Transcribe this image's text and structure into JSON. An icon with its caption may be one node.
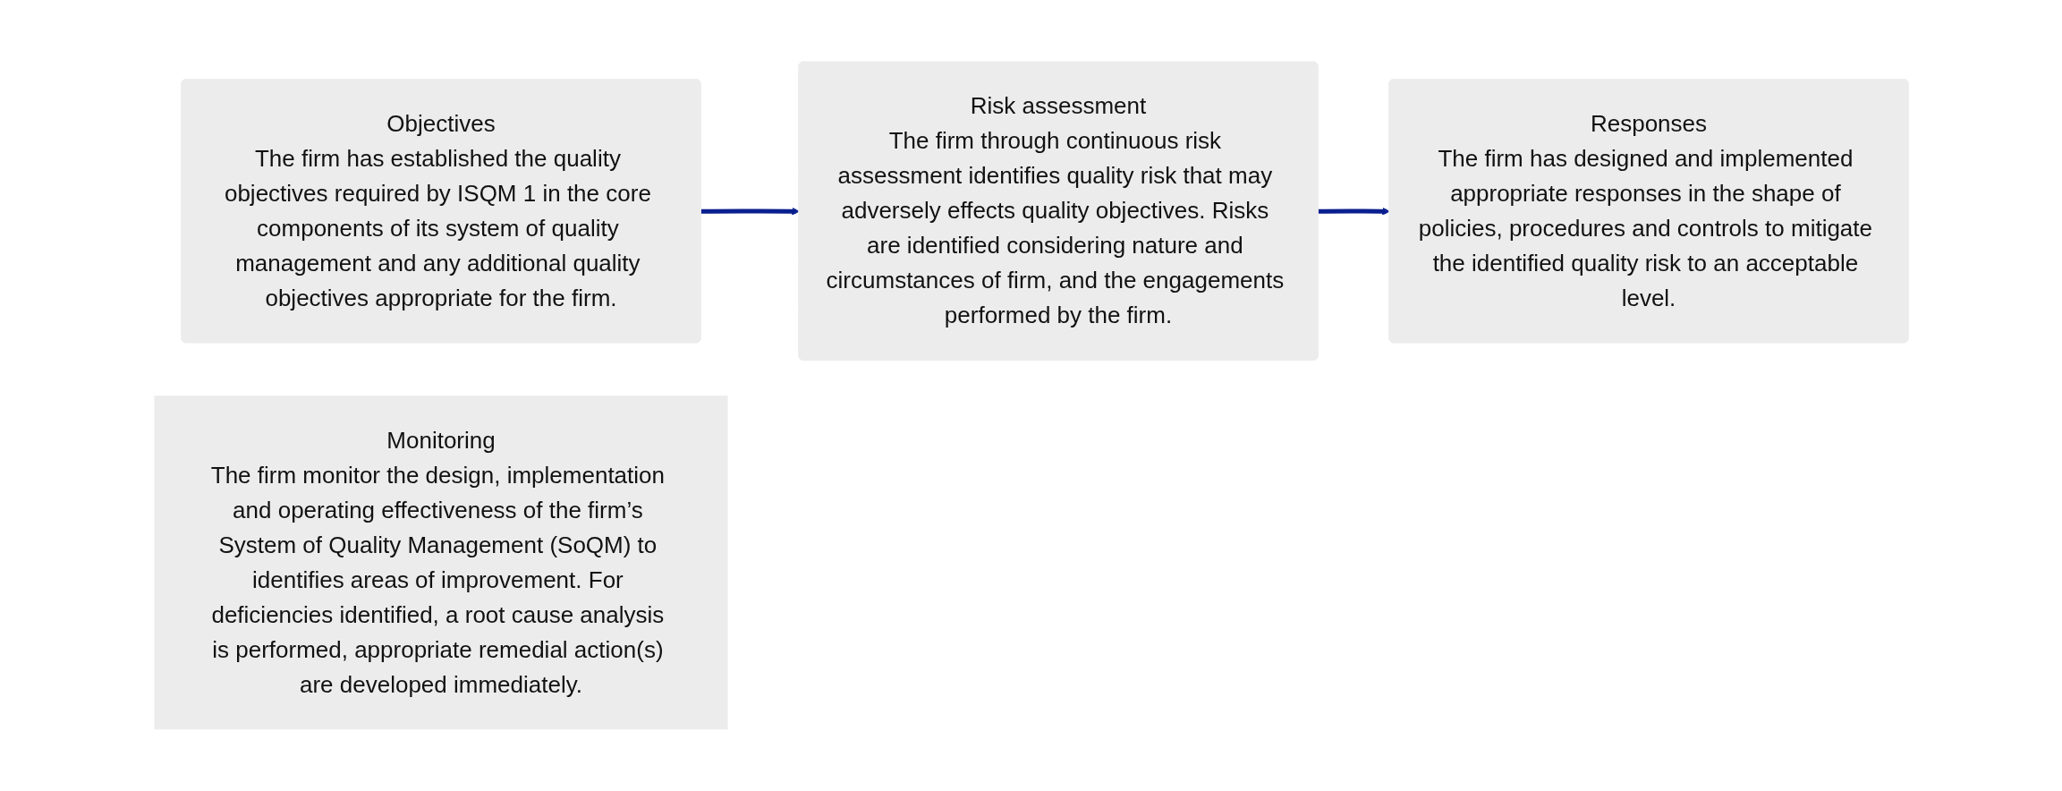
{
  "diagram": {
    "nodes": [
      {
        "text": [
          "Objectives",
          "The firm has established the quality objectives required by ISQM 1 in the core components of its system of quality management and any additional quality objectives appropriate for the firm."
        ]
      },
      {
        "text": [
          "Risk assessment",
          "The firm through continuous risk assessment identifies quality risk that may adversely effects quality objectives. Risks are identified considering nature and circumstances of firm, and the engagements performed by the firm."
        ]
      },
      {
        "text": [
          "Responses",
          "The firm has designed and implemented appropriate responses in the shape of policies, procedures and controls to mitigate the identified quality risk to an acceptable level."
        ]
      },
      {
        "text": [
          "Monitoring",
          "The firm monitor the design, implementation and operating effectiveness of the firm’s System of Quality Management (SoQM) to identifies areas of improvement. For deficiencies identified, a root cause analysis is performed, appropriate remedial action(s) are developed immediately."
        ]
      }
    ],
    "edges": [
      {
        "from": 0,
        "to": 1,
        "arrow": "to"
      },
      {
        "from": 1,
        "to": 2,
        "arrow": "to"
      }
    ]
  }
}
